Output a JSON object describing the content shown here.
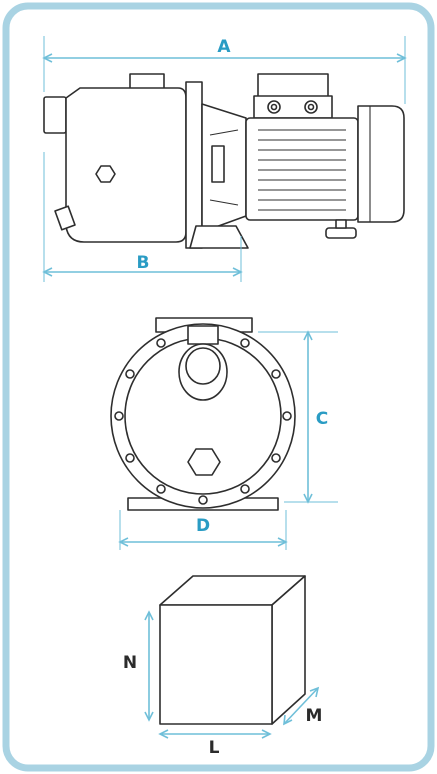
{
  "colors": {
    "frame": "#a9d3e3",
    "dimension": "#6fbfd9",
    "label_blue": "#2a9cc4",
    "label_dark": "#2b2b2b",
    "line": "#2e2e2e",
    "fill": "#ffffff"
  },
  "side_view": {
    "length_label": "A",
    "base_label": "B"
  },
  "front_view": {
    "height_label": "C",
    "width_label": "D"
  },
  "package": {
    "length_label": "L",
    "depth_label": "M",
    "height_label": "N"
  }
}
